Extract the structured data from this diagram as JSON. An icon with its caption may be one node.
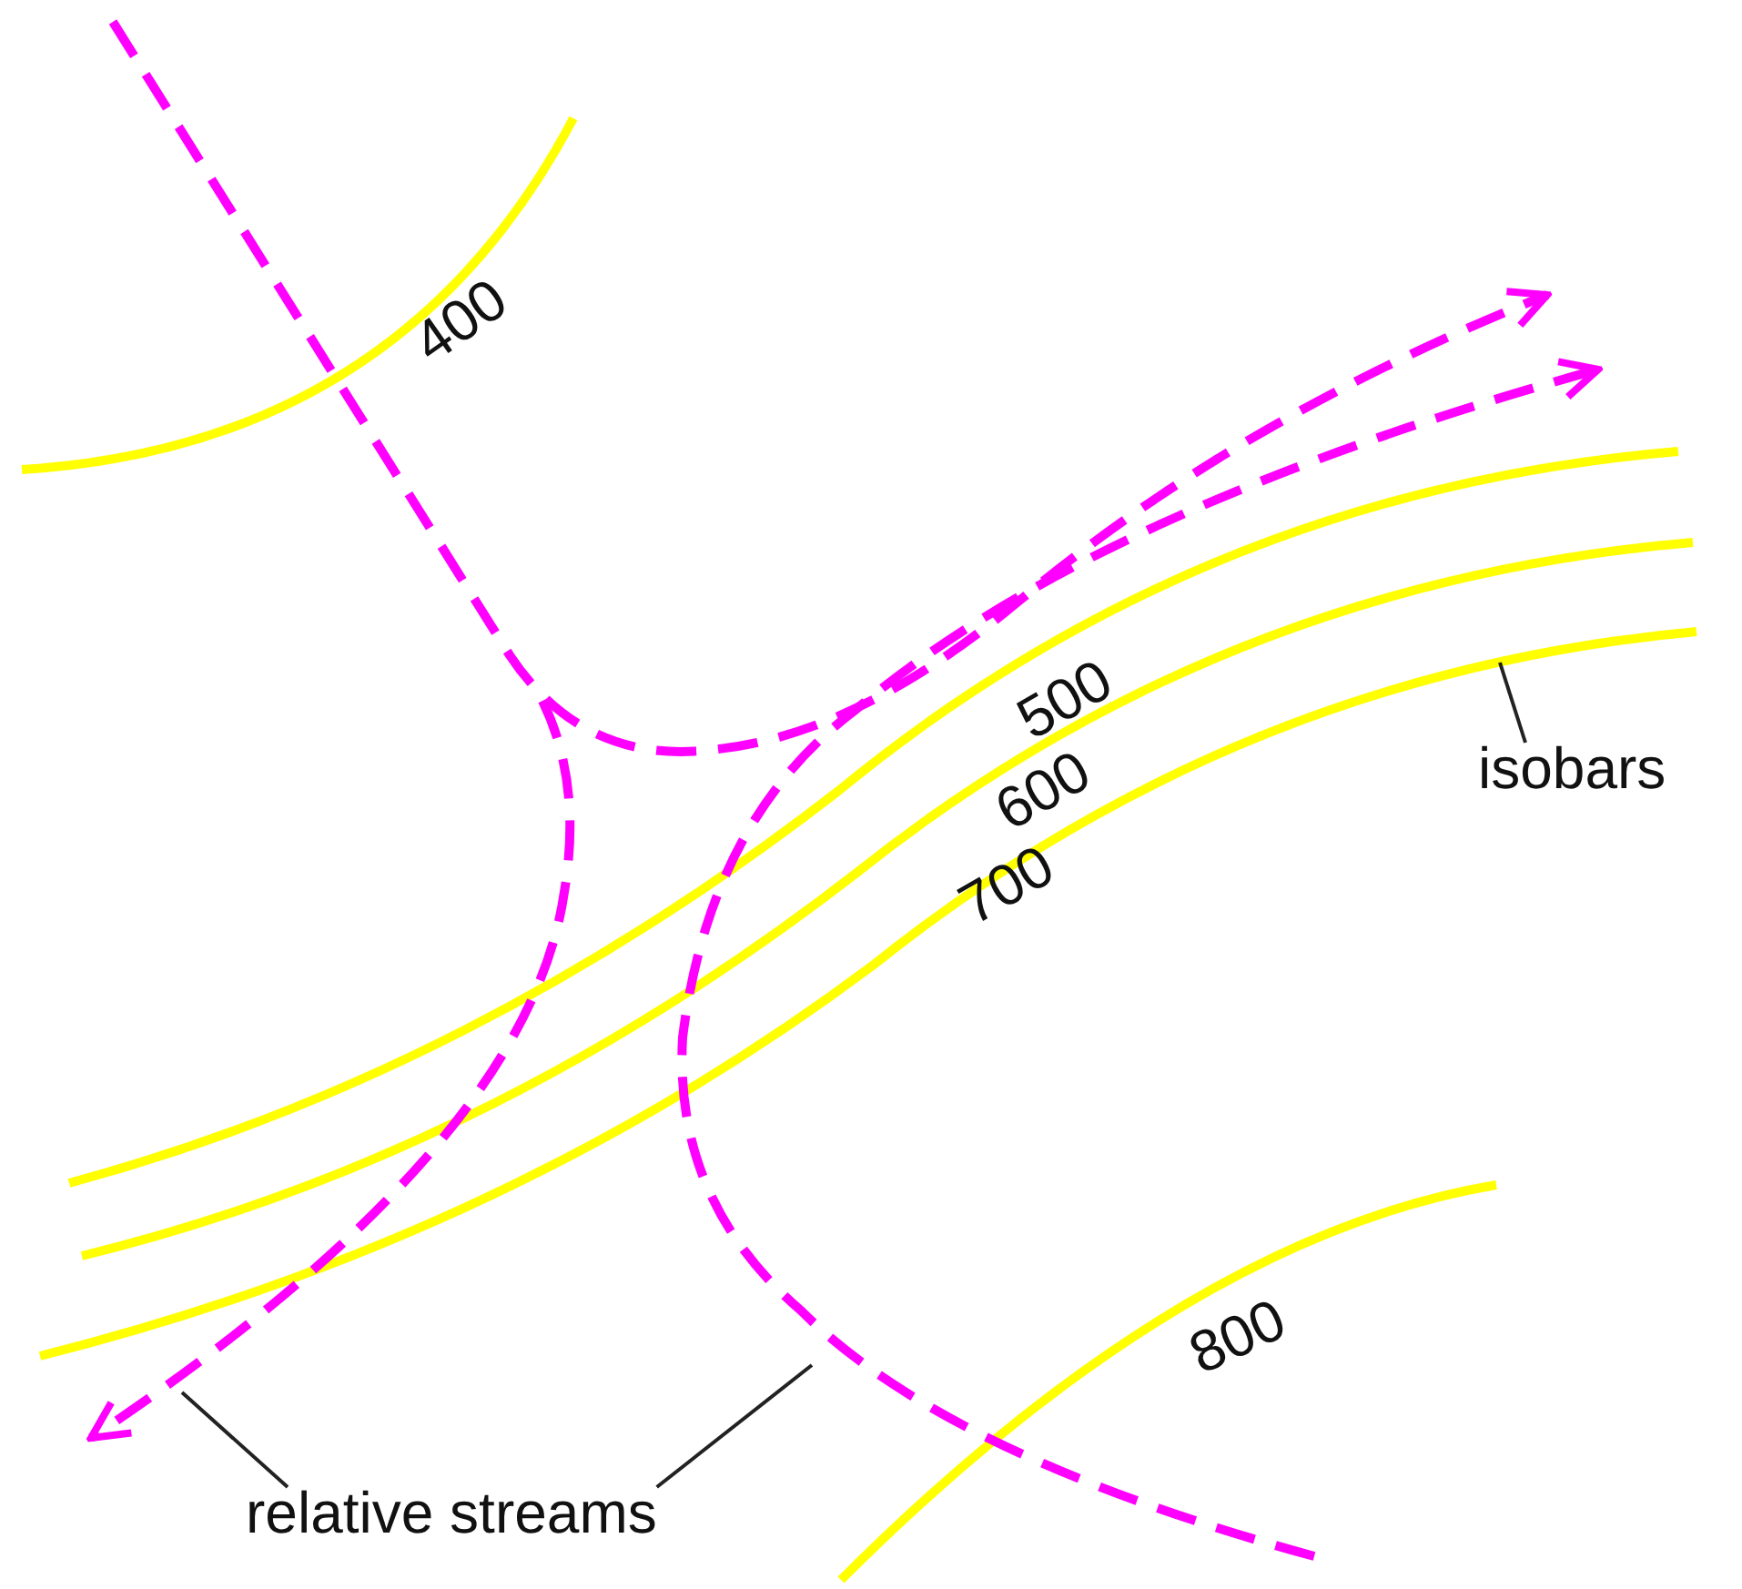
{
  "diagram": {
    "nodes": [
      {
        "text": [
          "isobars"
        ]
      },
      {
        "text": [
          "relative streams"
        ]
      }
    ],
    "edges": [
      {
        "from": 0,
        "to": null,
        "arrow": "none"
      },
      {
        "from": 1,
        "to": null,
        "arrow": "none"
      },
      {
        "from": 1,
        "to": null,
        "arrow": "none"
      }
    ],
    "labels": [
      "400",
      "500",
      "600",
      "700",
      "800"
    ]
  }
}
